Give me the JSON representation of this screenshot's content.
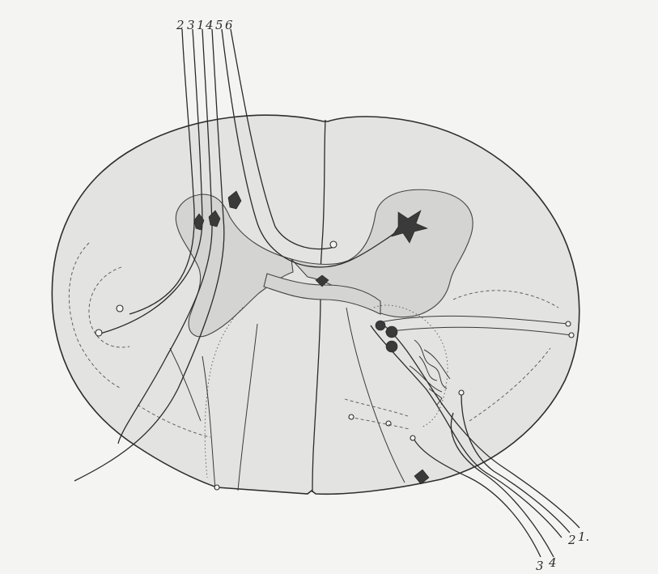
{
  "figure": {
    "labels_top": [
      "2",
      "3",
      "1",
      "4",
      "5",
      "6"
    ],
    "labels_bottom_left": [
      "3",
      "4"
    ],
    "labels_bottom_right": [
      "2",
      "1."
    ]
  }
}
